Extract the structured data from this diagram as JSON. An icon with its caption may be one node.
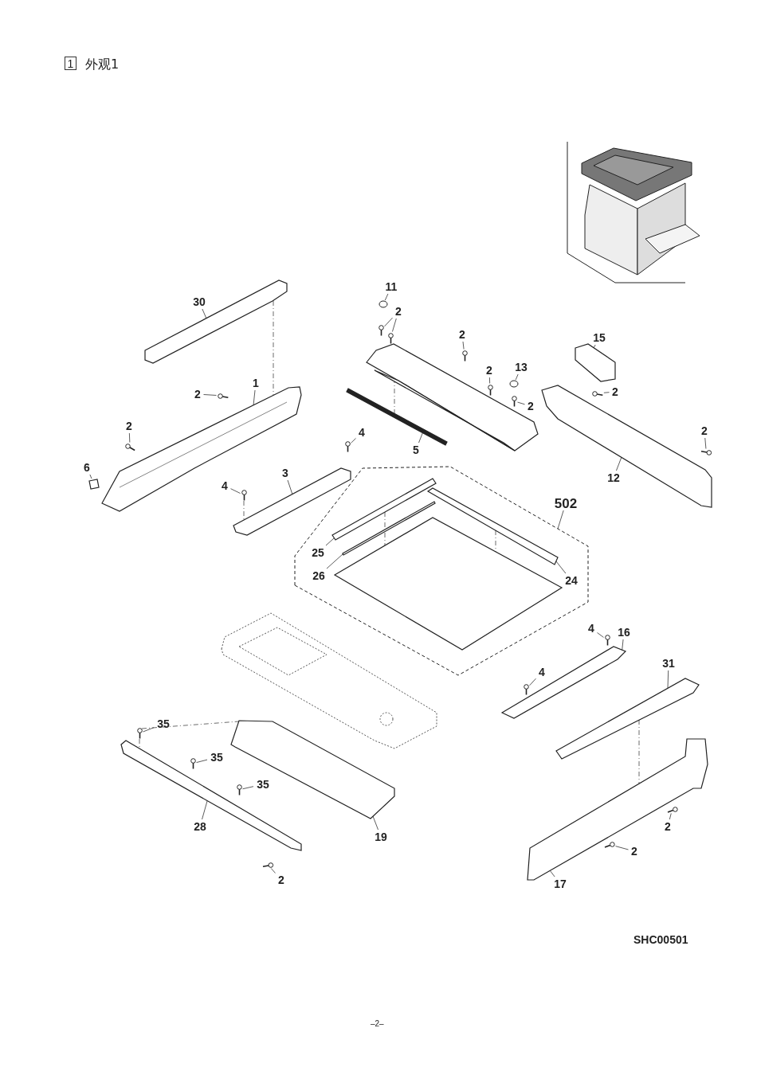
{
  "diagram": {
    "title": "外观1",
    "nodes": [
      {
        "text": [
          "1"
        ]
      },
      {
        "text": [
          "30"
        ]
      },
      {
        "text": [
          "11"
        ]
      },
      {
        "text": [
          "2"
        ]
      },
      {
        "text": [
          "2"
        ]
      },
      {
        "text": [
          "15"
        ]
      },
      {
        "text": [
          "2"
        ]
      },
      {
        "text": [
          "13"
        ]
      },
      {
        "text": [
          "1"
        ]
      },
      {
        "text": [
          "2"
        ]
      },
      {
        "text": [
          "2"
        ]
      },
      {
        "text": [
          "2"
        ]
      },
      {
        "text": [
          "2"
        ]
      },
      {
        "text": [
          "4"
        ]
      },
      {
        "text": [
          "2"
        ]
      },
      {
        "text": [
          "5"
        ]
      },
      {
        "text": [
          "6"
        ]
      },
      {
        "text": [
          "3"
        ]
      },
      {
        "text": [
          "12"
        ]
      },
      {
        "text": [
          "4"
        ]
      },
      {
        "text": [
          "502"
        ]
      },
      {
        "text": [
          "25"
        ],
        "in": 57
      },
      {
        "text": [
          "26"
        ],
        "in": 57
      },
      {
        "text": [
          "24"
        ],
        "in": 57
      },
      {
        "text": [
          "4"
        ]
      },
      {
        "text": [
          "16"
        ]
      },
      {
        "text": [
          "31"
        ]
      },
      {
        "text": [
          "4"
        ]
      },
      {
        "text": [
          "35"
        ]
      },
      {
        "text": [
          "35"
        ]
      },
      {
        "text": [
          "35"
        ]
      },
      {
        "text": [
          "2"
        ]
      },
      {
        "text": [
          "28"
        ]
      },
      {
        "text": [
          "19"
        ]
      },
      {
        "text": [
          "2"
        ]
      },
      {
        "text": [
          "2"
        ]
      },
      {
        "text": [
          "17"
        ]
      },
      {
        "text": [],
        "shape": "picture"
      },
      {
        "text": [],
        "shape": "circle"
      },
      {
        "text": [],
        "shape": "picture"
      },
      {
        "text": [],
        "shape": "picture"
      },
      {
        "text": [],
        "shape": "picture"
      },
      {
        "text": [],
        "shape": "picture"
      },
      {
        "text": [],
        "shape": "picture"
      },
      {
        "text": [],
        "shape": "circle"
      },
      {
        "text": [],
        "shape": "picture"
      },
      {
        "text": [],
        "shape": "picture"
      },
      {
        "text": [],
        "shape": "picture"
      },
      {
        "text": [],
        "shape": "picture"
      },
      {
        "text": [],
        "shape": "picture"
      },
      {
        "text": [],
        "shape": "picture"
      },
      {
        "text": [],
        "shape": "picture"
      },
      {
        "text": [],
        "shape": "picture"
      },
      {
        "text": [],
        "shape": "box"
      },
      {
        "text": [],
        "shape": "picture"
      },
      {
        "text": [],
        "shape": "picture"
      },
      {
        "text": [],
        "shape": "picture"
      },
      {
        "text": [],
        "shape": "picture"
      },
      {
        "text": [],
        "shape": "picture",
        "in": 57
      },
      {
        "text": [],
        "shape": "picture",
        "in": 57
      },
      {
        "text": [],
        "shape": "picture",
        "in": 57
      },
      {
        "text": [],
        "shape": "picture"
      },
      {
        "text": [],
        "shape": "picture"
      },
      {
        "text": [],
        "shape": "picture"
      },
      {
        "text": [],
        "shape": "picture"
      },
      {
        "text": [],
        "shape": "picture"
      },
      {
        "text": [],
        "shape": "picture"
      },
      {
        "text": [],
        "shape": "picture"
      },
      {
        "text": [],
        "shape": "picture"
      },
      {
        "text": [],
        "shape": "picture"
      },
      {
        "text": [],
        "shape": "picture"
      },
      {
        "text": [],
        "shape": "picture"
      },
      {
        "text": [],
        "shape": "picture"
      },
      {
        "text": [],
        "shape": "picture"
      },
      {
        "text": [],
        "shape": "picture"
      },
      {
        "text": [],
        "shape": "picture",
        "in": 57
      },
      {
        "text": [],
        "shape": "picture"
      }
    ],
    "edges": [
      {
        "from": 1,
        "to": 37,
        "arrow": "none"
      },
      {
        "from": 2,
        "to": 38,
        "arrow": "none"
      },
      {
        "from": 3,
        "to": 39,
        "arrow": "none"
      },
      {
        "from": 3,
        "to": 40,
        "arrow": "none"
      },
      {
        "from": 4,
        "to": 41,
        "arrow": "none"
      },
      {
        "from": 5,
        "to": 42,
        "arrow": "none"
      },
      {
        "from": 6,
        "to": 43,
        "arrow": "none"
      },
      {
        "from": 7,
        "to": 44,
        "arrow": "none"
      },
      {
        "from": 8,
        "to": 45,
        "arrow": "none"
      },
      {
        "from": 9,
        "to": 46,
        "arrow": "none"
      },
      {
        "from": 10,
        "to": 47,
        "arrow": "none"
      },
      {
        "from": 11,
        "to": 48,
        "arrow": "none"
      },
      {
        "from": 12,
        "to": 49,
        "arrow": "none"
      },
      {
        "from": 13,
        "to": 50,
        "arrow": "none"
      },
      {
        "from": 14,
        "to": 51,
        "arrow": "none"
      },
      {
        "from": 15,
        "to": 52,
        "arrow": "none"
      },
      {
        "from": 16,
        "to": 53,
        "arrow": "none"
      },
      {
        "from": 17,
        "to": 54,
        "arrow": "none"
      },
      {
        "from": 18,
        "to": 55,
        "arrow": "none"
      },
      {
        "from": 19,
        "to": 56,
        "arrow": "none"
      },
      {
        "from": 20,
        "to": 57,
        "arrow": "none"
      },
      {
        "from": 21,
        "to": 58,
        "arrow": "none"
      },
      {
        "from": 22,
        "to": 59,
        "arrow": "none"
      },
      {
        "from": 23,
        "to": 60,
        "arrow": "none"
      },
      {
        "from": 24,
        "to": 61,
        "arrow": "none"
      },
      {
        "from": 25,
        "to": 62,
        "arrow": "none"
      },
      {
        "from": 26,
        "to": 63,
        "arrow": "none"
      },
      {
        "from": 27,
        "to": 64,
        "arrow": "none"
      },
      {
        "from": 28,
        "to": 65,
        "arrow": "none"
      },
      {
        "from": 29,
        "to": 66,
        "arrow": "none"
      },
      {
        "from": 30,
        "to": 67,
        "arrow": "none"
      },
      {
        "from": 31,
        "to": 68,
        "arrow": "none"
      },
      {
        "from": 32,
        "to": 69,
        "arrow": "none"
      },
      {
        "from": 33,
        "to": 70,
        "arrow": "none"
      },
      {
        "from": 34,
        "to": 71,
        "arrow": "none"
      },
      {
        "from": 35,
        "to": 72,
        "arrow": "none"
      },
      {
        "from": 36,
        "to": 73,
        "arrow": "none"
      },
      {
        "from": 37,
        "to": 45,
        "arrow": "none",
        "style": "dashed"
      },
      {
        "from": 63,
        "to": 73,
        "arrow": "none",
        "style": "dashed"
      },
      {
        "from": 58,
        "to": 75,
        "arrow": "none",
        "style": "dashed"
      },
      {
        "from": 60,
        "to": 75,
        "arrow": "none",
        "style": "dashed"
      },
      {
        "from": 56,
        "to": 54,
        "arrow": "none",
        "style": "dashed"
      },
      {
        "from": 65,
        "to": 69,
        "arrow": "none",
        "style": "dashed"
      },
      {
        "from": 65,
        "to": 70,
        "arrow": "none",
        "style": "dashed"
      },
      {
        "from": 74,
        "to": 52,
        "arrow": "none",
        "style": "dashed"
      }
    ],
    "labels": [
      "SHC00501",
      "–2–"
    ]
  }
}
